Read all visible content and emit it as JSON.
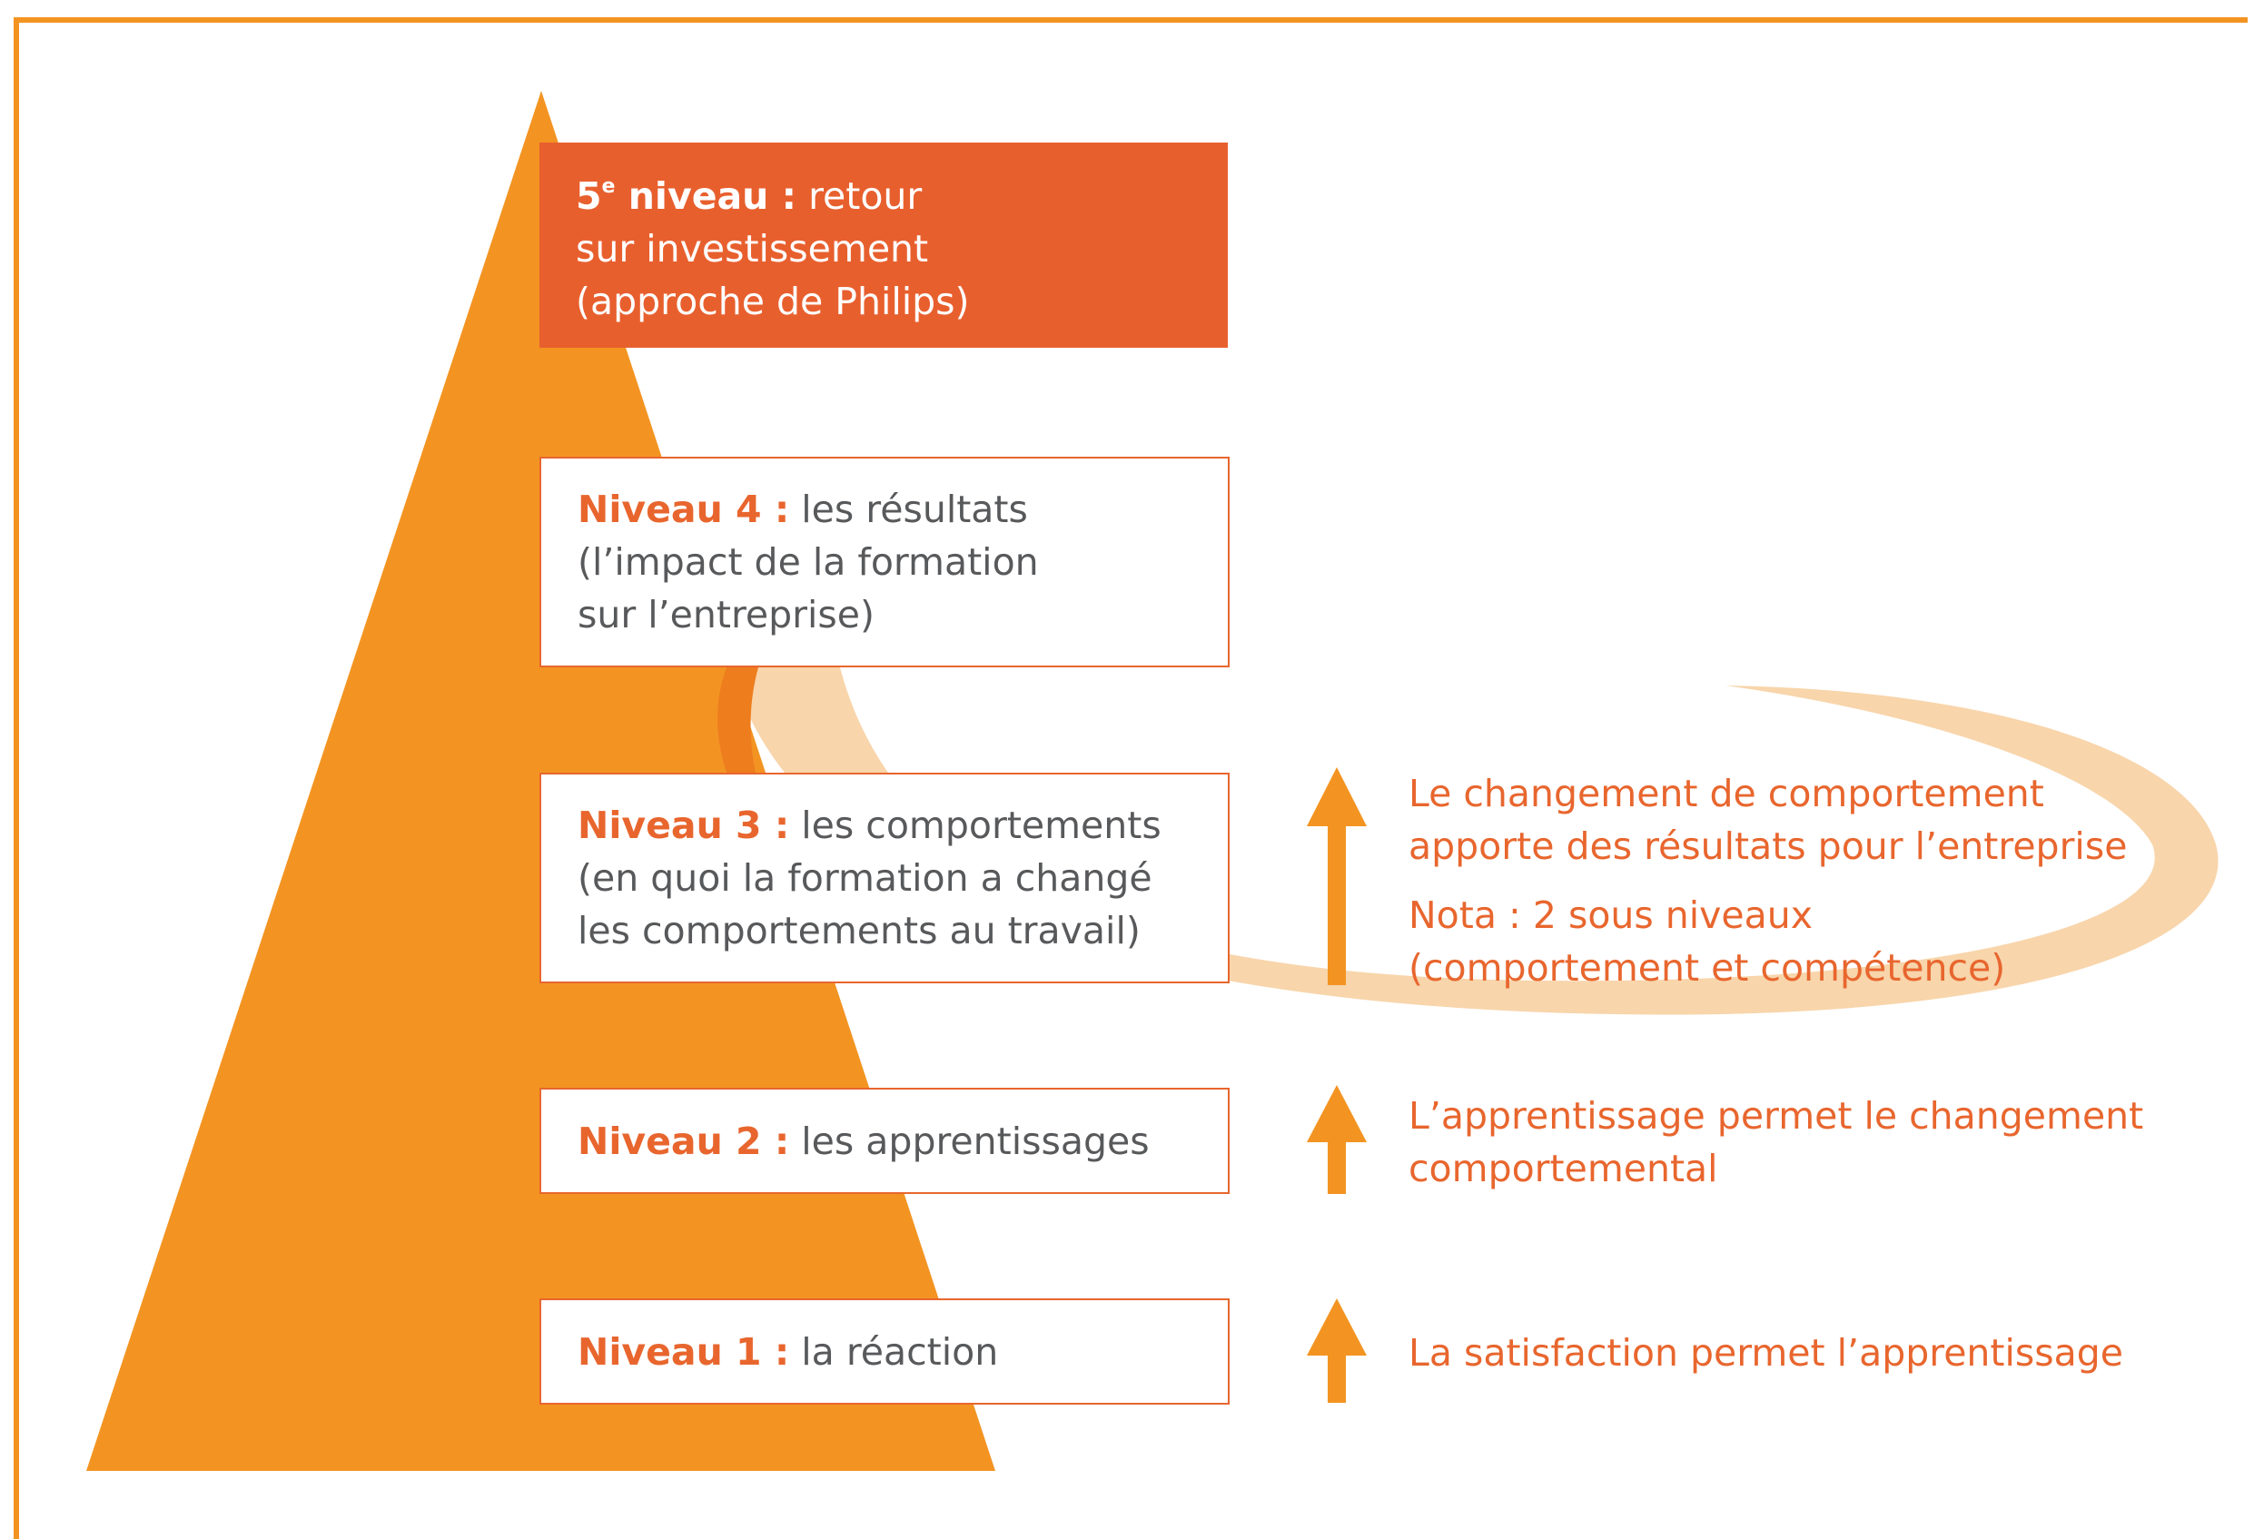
{
  "colors": {
    "frame": "#F39422",
    "pyramid": "#F39422",
    "accent": "#E8662E",
    "top_box": "#E85F2E",
    "swoosh": "#F8D3A6",
    "body_text": "#58595B"
  },
  "levels": [
    {
      "label_bold_a": "5",
      "label_sup": "e",
      "label_bold_b": " niveau :",
      "line1": "retour",
      "line2": "sur investissement",
      "line3": "(approche de Philips)"
    },
    {
      "label": "Niveau 4 :",
      "line1": "les résultats",
      "line2": "(l’impact de la formation",
      "line3": "sur l’entreprise)"
    },
    {
      "label": "Niveau 3 :",
      "line1": "les comportements",
      "line2": "(en quoi la formation a changé",
      "line3": "les comportements au travail)"
    },
    {
      "label": "Niveau 2 :",
      "line1": "les apprentissages"
    },
    {
      "label": "Niveau 1 :",
      "line1": "la réaction"
    }
  ],
  "notes": [
    {
      "line1": "Le changement de comportement",
      "line2": "apporte des résultats pour l’entreprise",
      "line3": "Nota : 2 sous niveaux",
      "line4": "(comportement et compétence)"
    },
    {
      "line1": "L’apprentissage permet le changement",
      "line2": "comportemental"
    },
    {
      "line1": "La satisfaction permet l’apprentissage"
    }
  ]
}
